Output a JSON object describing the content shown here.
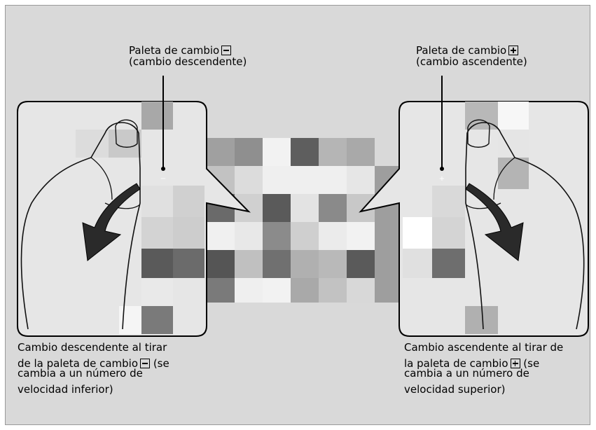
{
  "left_label": {
    "line1": "Paleta de cambio",
    "symbol": "minus",
    "line2": "(cambio descendente)"
  },
  "right_label": {
    "line1": "Paleta de cambio",
    "symbol": "plus",
    "line2": "(cambio ascendente)"
  },
  "left_caption": {
    "line1": "Cambio descendente al tirar",
    "line2a": "de la paleta de cambio",
    "line2b": "(se",
    "line3": "cambia a un número de",
    "line4": "velocidad inferior)"
  },
  "right_caption": {
    "line1": "Cambio ascendente al tirar de",
    "line2a": "la paleta de cambio",
    "line2b": "(se",
    "line3": "cambia a un número de",
    "line4": "velocidad superior)"
  },
  "colors": {
    "background": "#d9d9d9",
    "panel": "#e8e8e8",
    "arrow": "#2a2a2a",
    "outline": "#000000"
  }
}
